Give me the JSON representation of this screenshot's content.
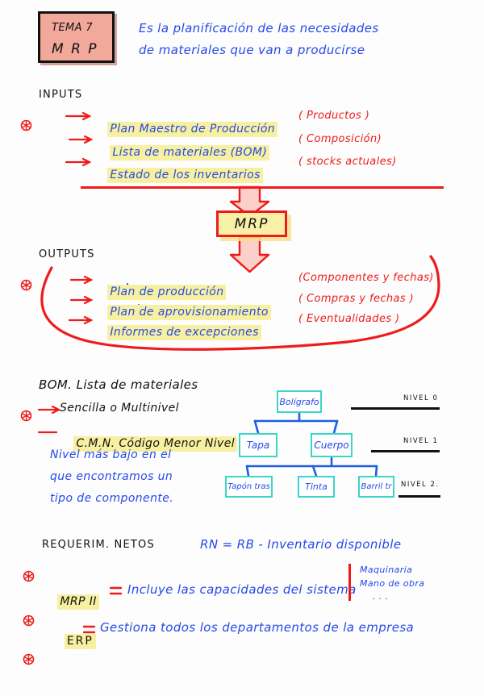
{
  "title_box": {
    "line1": "TEMA 7",
    "line2": "M R P",
    "fill": "#f2a99b",
    "border": "#111111"
  },
  "intro": {
    "line1": "Es la planificación de las necesidades",
    "line2": "de materiales que van a producirse"
  },
  "sections": {
    "inputs": {
      "heading": "INPUTS",
      "rows": [
        {
          "label": "Plan Maestro de Producción",
          "note": "( Productos )"
        },
        {
          "label": "Lista de materiales (BOM)",
          "note": "( Composición)"
        },
        {
          "label": "Estado de los inventarios",
          "note": "( stocks actuales)"
        }
      ]
    },
    "process": {
      "box_label": "MRP"
    },
    "outputs": {
      "heading": "OUTPUTS",
      "rows": [
        {
          "label": "Plan de producción",
          "note": "(Componentes y fechas)"
        },
        {
          "label": "Plan de aprovisionamiento",
          "note": "( Compras y fechas )"
        },
        {
          "label": "Informes de excepciones",
          "note": "( Eventualidades )"
        }
      ]
    },
    "bom": {
      "heading": "BOM. Lista de materiales",
      "bullet1": "Sencilla o Multinivel",
      "bullet2": "C.M.N. Código Menor Nivel",
      "explain": [
        "Nivel más bajo en el",
        "que encontramos un",
        "tipo de componente."
      ]
    },
    "requirements": {
      "heading": "REQUERIM. NETOS",
      "formula": "RN = RB - Inventario disponible"
    },
    "mrp2": {
      "tag": "MRP II",
      "eq": "=",
      "text": "Incluye las capacidades del sistema",
      "side_note": [
        "Maquinaria",
        "Mano de obra",
        ". . ."
      ]
    },
    "erp": {
      "tag": "ERP",
      "eq": "=",
      "text": "Gestiona todos los departamentos de la empresa"
    }
  },
  "tree": {
    "nodes": [
      {
        "id": "root",
        "label": "Bolígrafo"
      },
      {
        "id": "tapa",
        "label": "Tapa"
      },
      {
        "id": "cuerpo",
        "label": "Cuerpo"
      },
      {
        "id": "tapon",
        "label": "Tapón tras"
      },
      {
        "id": "tinta",
        "label": "Tinta"
      },
      {
        "id": "barril",
        "label": "Barril tr"
      }
    ],
    "levels": [
      {
        "label": "NIVEL 0"
      },
      {
        "label": "NIVEL 1"
      },
      {
        "label": "NIVEL 2."
      }
    ],
    "box_color": "#3ad6c8",
    "link_color": "#1e5fe0",
    "text_color": "#2549e8"
  },
  "colors": {
    "blue_ink": "#2549e8",
    "red_ink": "#ee1b1b",
    "highlight_yellow": "#f7f0a0",
    "highlight_pink": "#f2a99b",
    "arrow_block": "#f7a79c",
    "paper": "#fdfdfd"
  }
}
